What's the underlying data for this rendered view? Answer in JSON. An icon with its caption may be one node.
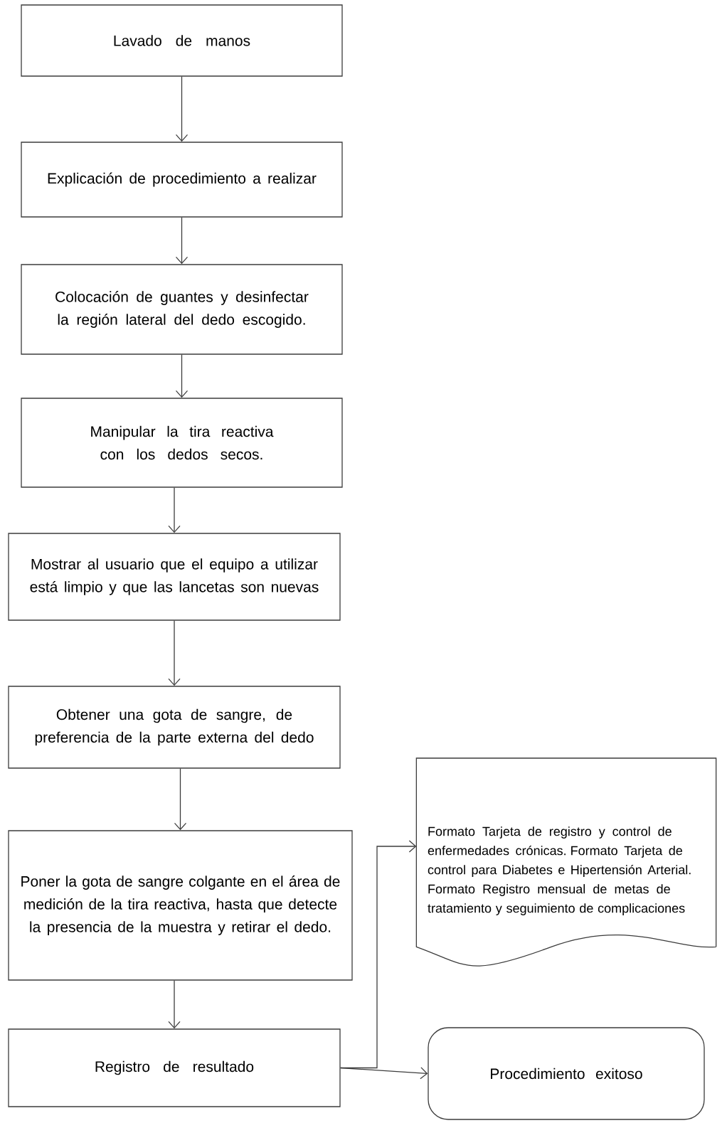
{
  "diagram": {
    "nodes": [
      {
        "text": [
          "Lavado de manos"
        ]
      },
      {
        "text": [
          "Explicación de procedimiento a realizar"
        ]
      },
      {
        "text": [
          "Colocación de guantes y desinfectar la región lateral del dedo escogido."
        ]
      },
      {
        "text": [
          "Manipular la tira reactiva con los dedos secos."
        ]
      },
      {
        "text": [
          "Mostrar al usuario que el equipo a utilizar está limpio y que las lancetas son nuevas"
        ]
      },
      {
        "text": [
          "Obtener una gota de sangre, de preferencia de la parte externa del dedo"
        ]
      },
      {
        "text": [
          "Poner la gota de sangre colgante en el área de medición de la tira reactiva, hasta que detecte la presencia de la muestra y retirar el dedo."
        ]
      },
      {
        "text": [
          "Registro de resultado"
        ]
      },
      {
        "text": [
          "Formato Tarjeta de registro y control de enfermedades crónicas. Formato Tarjeta de control para Diabetes e Hipertensión Arterial. Formato Registro mensual de metas de tratamiento y seguimiento de complicaciones"
        ]
      },
      {
        "text": [
          "Procedimiento exitoso"
        ]
      }
    ],
    "edges": [
      {
        "from": 0,
        "to": 1,
        "arrow": "to"
      },
      {
        "from": 1,
        "to": 2,
        "arrow": "to"
      },
      {
        "from": 2,
        "to": 3,
        "arrow": "to"
      },
      {
        "from": 3,
        "to": 4,
        "arrow": "to"
      },
      {
        "from": 4,
        "to": 5,
        "arrow": "to"
      },
      {
        "from": 5,
        "to": 6,
        "arrow": "to"
      },
      {
        "from": 6,
        "to": 7,
        "arrow": "to"
      },
      {
        "from": 7,
        "to": 8,
        "arrow": "to"
      },
      {
        "from": 7,
        "to": 9,
        "arrow": "to"
      }
    ]
  }
}
